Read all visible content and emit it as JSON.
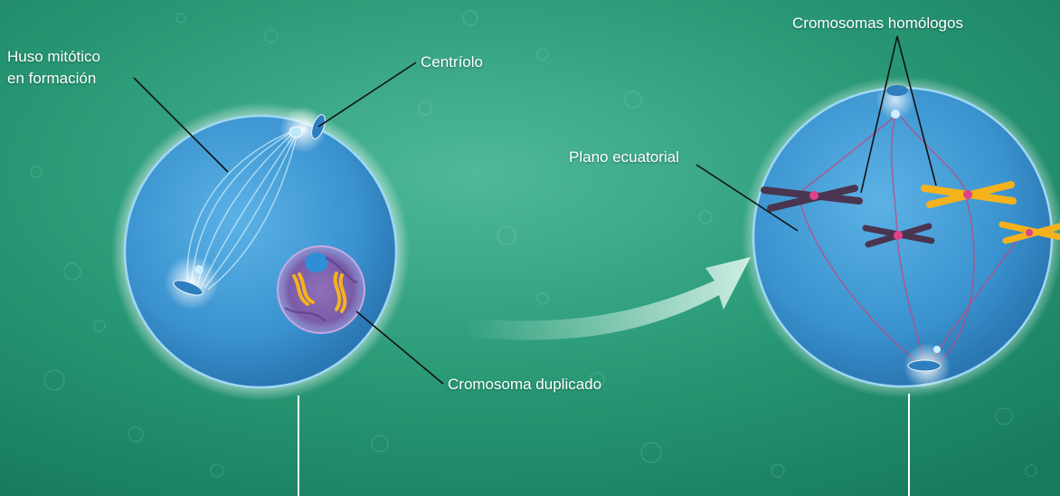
{
  "labels": {
    "huso_line1": "Huso mitótico",
    "huso_line2": "en formación",
    "centriolo": "Centríolo",
    "cromosoma_duplicado": "Cromosoma duplicado",
    "plano_ecuatorial": "Plano ecuatorial",
    "cromosomas_homologos": "Cromosomas homólogos"
  },
  "colors": {
    "background": "#1f8f6c",
    "cell_fill": "#3b9bd6",
    "cell_glow": "#e8fbff",
    "chromosome_dark": "#4a3550",
    "chromosome_yellow": "#f6b21b",
    "centromere": "#e0408a",
    "leader_line": "#111111",
    "arrow": "#d9f2ea"
  }
}
